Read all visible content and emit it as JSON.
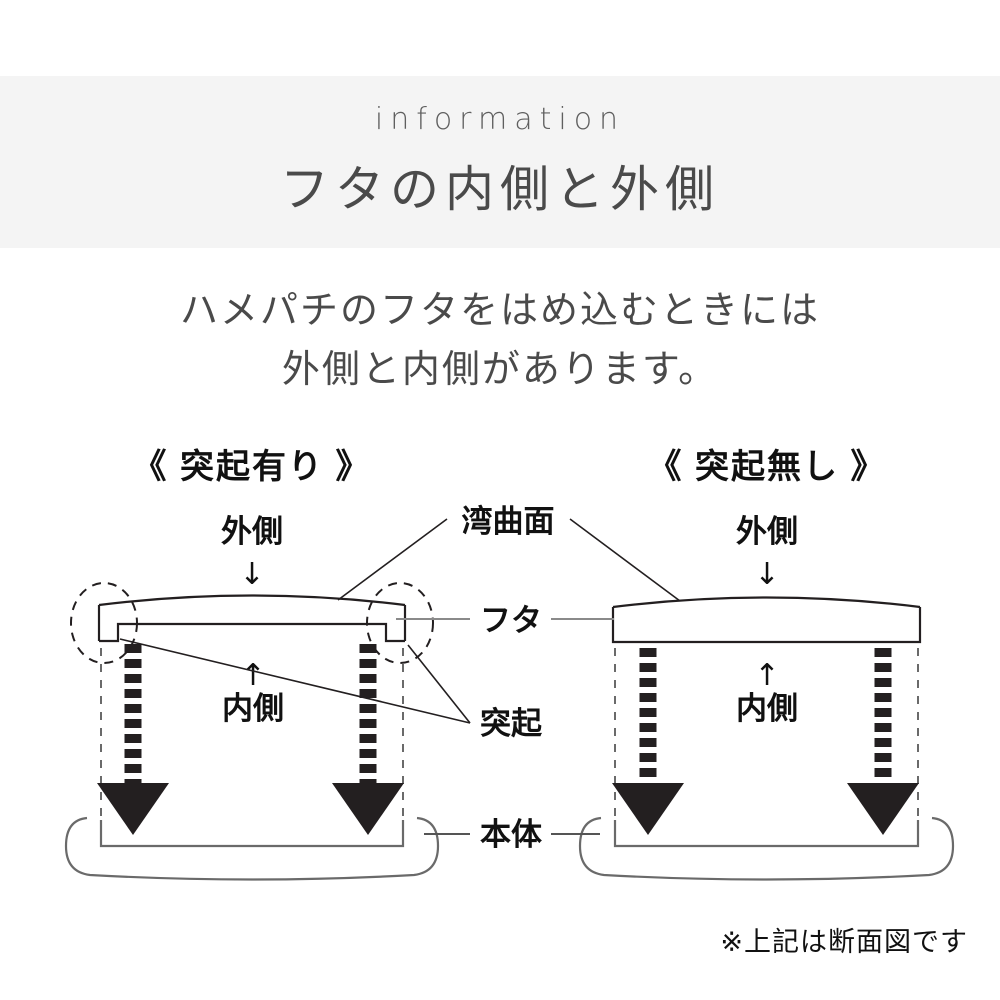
{
  "header": {
    "eyebrow": "information",
    "title": "フタの内側と外側",
    "band_color": "#f4f4f4",
    "text_color": "#4a4a4a"
  },
  "lead": {
    "line1": "ハメパチのフタをはめ込むときには",
    "line2": "外側と内側があります。"
  },
  "diagram": {
    "left": {
      "heading": "《 突起有り 》",
      "outer_label": "外側",
      "outer_arrow": "↓",
      "inner_label": "内側",
      "inner_arrow": "↑"
    },
    "right": {
      "heading": "《 突起無し 》",
      "outer_label": "外側",
      "outer_arrow": "↓",
      "inner_label": "内側",
      "inner_arrow": "↑"
    },
    "center_labels": {
      "curved_surface": "湾曲面",
      "lid": "フタ",
      "protrusion": "突起",
      "body": "本体"
    },
    "stroke_color": "#231f20",
    "line_color": "#555555",
    "arrow_color": "#231f20"
  },
  "footer": {
    "note": "※上記は断面図です"
  }
}
